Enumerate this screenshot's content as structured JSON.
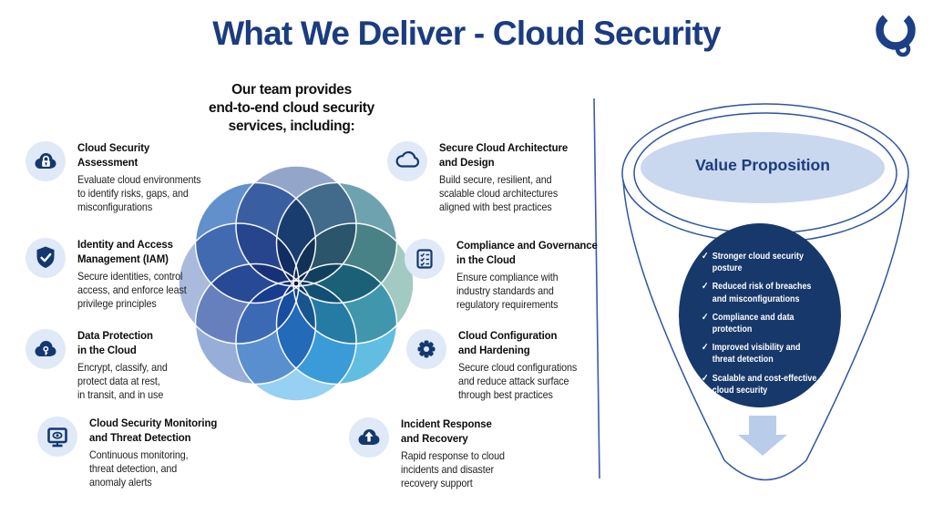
{
  "title": "What We Deliver - Cloud Security",
  "intro": "Our team provides\nend-to-end cloud security\nservices, including:",
  "services": {
    "items": [
      {
        "icon": "cloud-lock-icon",
        "title": "Cloud Security\nAssessment",
        "desc": "Evaluate cloud environments\nto identify risks, gaps, and\nmisconfigurations"
      },
      {
        "icon": "shield-check-icon",
        "title": "Identity and Access\nManagement (IAM)",
        "desc": "Secure identities, control\naccess, and enforce least\nprivilege principles"
      },
      {
        "icon": "cloud-key-icon",
        "title": "Data Protection\nin the Cloud",
        "desc": "Encrypt, classify, and\nprotect data at rest,\nin transit, and in use"
      },
      {
        "icon": "monitor-eye-icon",
        "title": "Cloud Security Monitoring\nand Threat Detection",
        "desc": "Continuous monitoring,\nthreat detection, and\nanomaly alerts"
      },
      {
        "icon": "cloud-outline-icon",
        "title": "Secure Cloud Architecture\nand Design",
        "desc": "Build secure, resilient, and\nscalable cloud architectures\naligned with best practices"
      },
      {
        "icon": "compliance-checklist-icon",
        "title": "Compliance and Governance\nin the Cloud",
        "desc": "Ensure compliance with\nindustry standards and\nregulatory requirements"
      },
      {
        "icon": "gear-icon",
        "title": "Cloud Configuration\nand Hardening",
        "desc": "Secure cloud configurations\nand reduce attack surface\nthrough best practices"
      },
      {
        "icon": "cloud-upload-icon",
        "title": "Incident Response\nand Recovery",
        "desc": "Rapid response to cloud\nincidents and disaster\nrecovery support"
      }
    ]
  },
  "funnel": {
    "heading": "Value Proposition",
    "benefits": [
      "Stronger cloud security\nposture",
      "Reduced risk of breaches\nand misconfigurations",
      "Compliance and data\nprotection",
      "Improved visibility and\nthreat detection",
      "Scalable and cost-effective\ncloud security"
    ]
  },
  "venn": {
    "colors": [
      "#7b91bd",
      "#4f8d9e",
      "#8fbeb4",
      "#3fafdd",
      "#7fc6f0",
      "#7f9cd0",
      "#97abd5",
      "#3e78c0"
    ]
  },
  "colors": {
    "title_navy": "#1b3c7e",
    "icon_bg": "#dfe9f7",
    "icon_glyph": "#14386e",
    "funnel_stroke": "#2f55a0",
    "value_ellipse": "#c9d7ef",
    "dark_circle": "#17386b",
    "arrow_blue": "#b9cdea",
    "divider": "#3a5ca8",
    "text_black": "#101010"
  }
}
